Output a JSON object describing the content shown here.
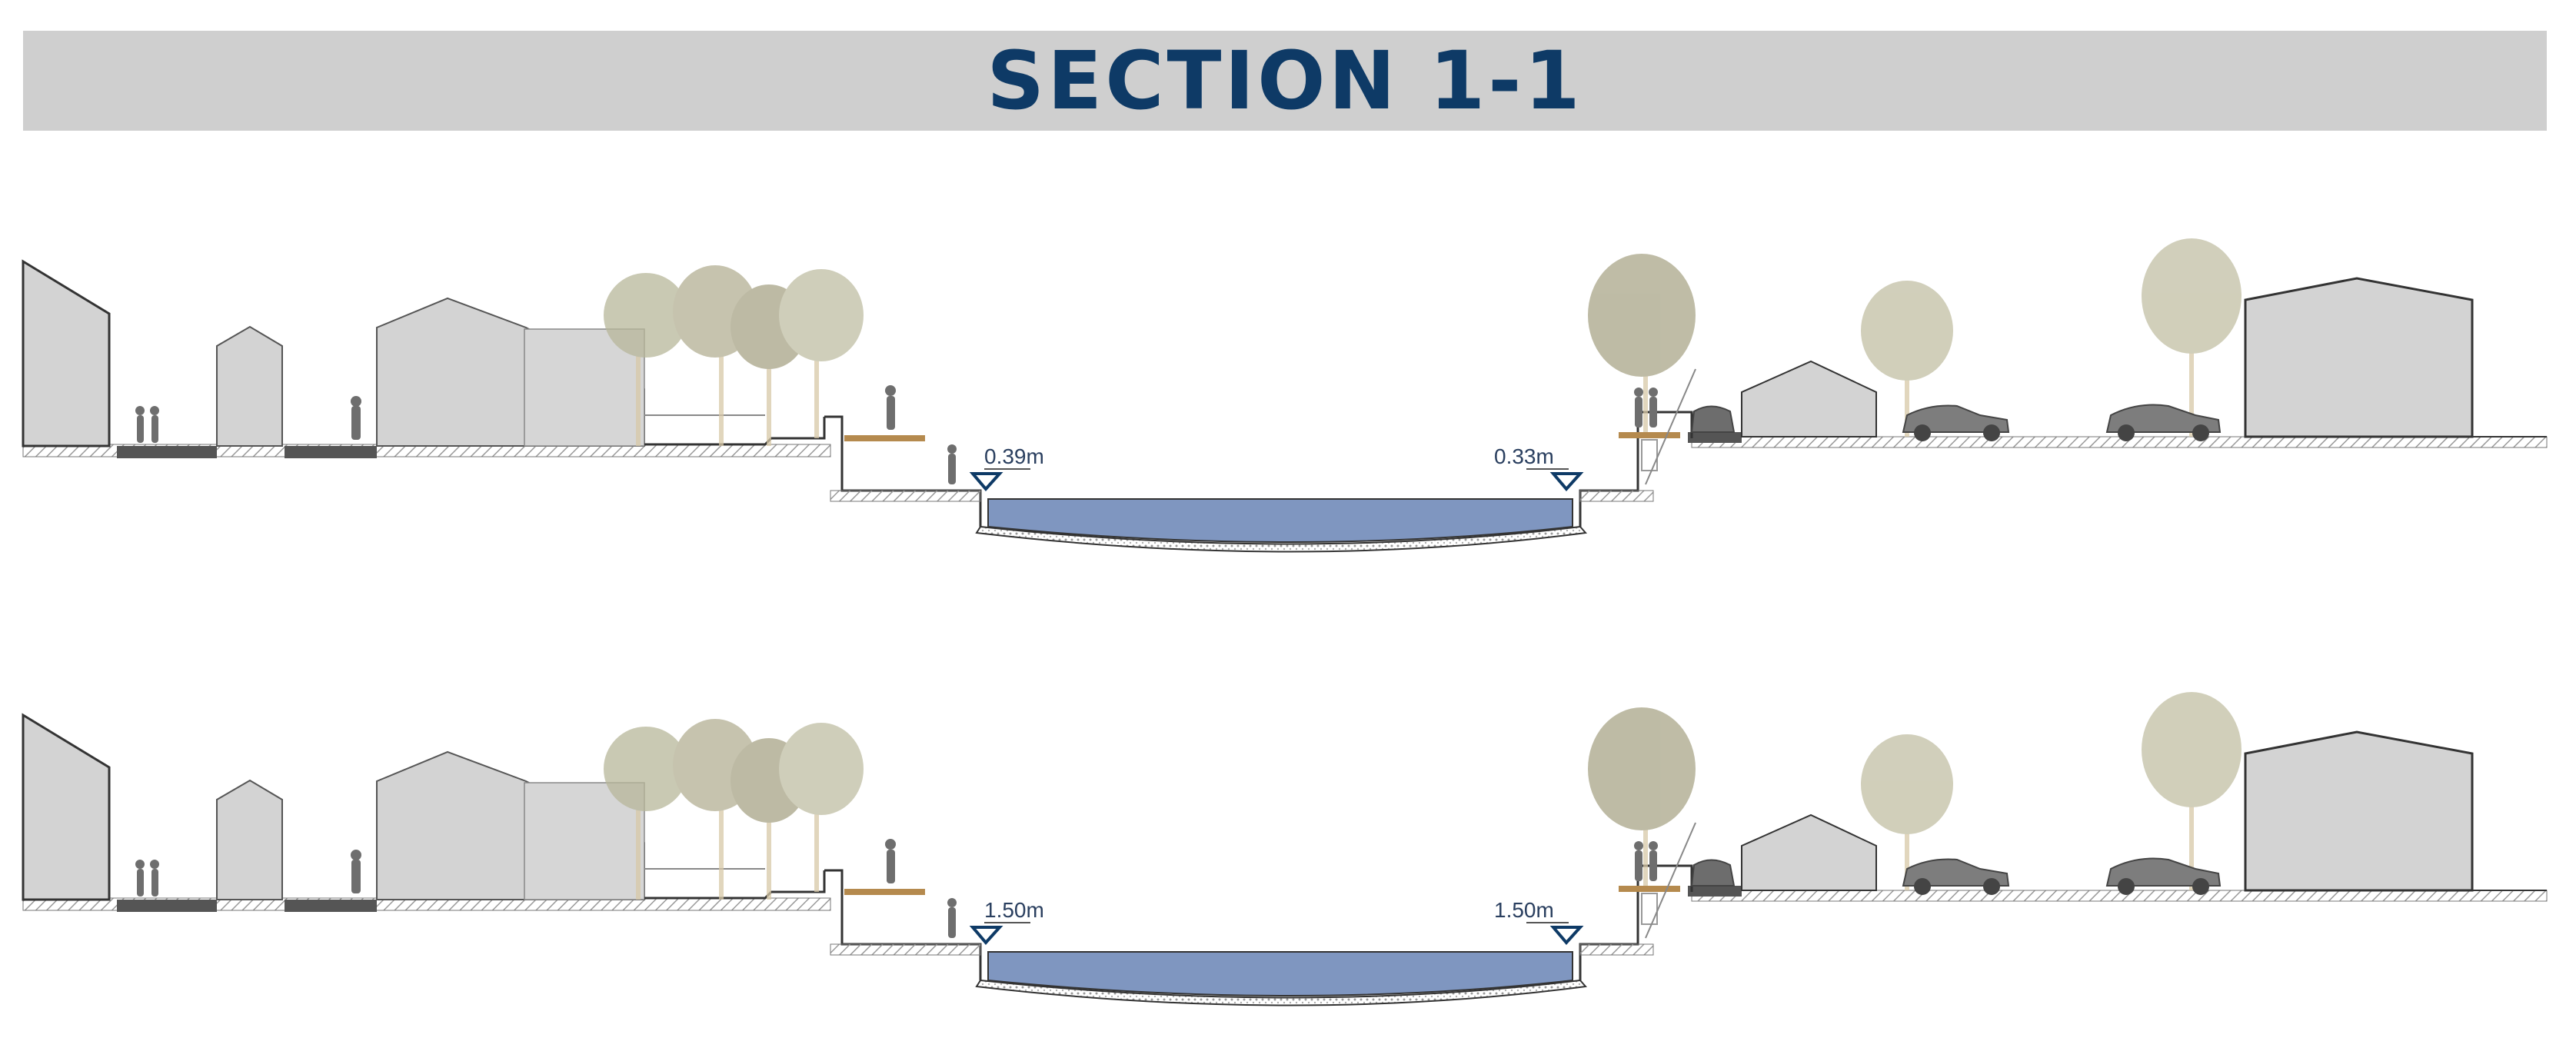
{
  "title": "SECTION 1-1",
  "colors": {
    "title_bar": "#cfcfcf",
    "title_text": "#0e3a66",
    "building": "#d3d3d3",
    "water": "#7f96c0",
    "ground": "#b8b8b8",
    "marker": "#0e3a66",
    "deck": "#b58a4e"
  },
  "sections": [
    {
      "id": "top",
      "left_level": "0.39m",
      "right_level": "0.33m",
      "water_depth": 0.45
    },
    {
      "id": "bottom",
      "left_level": "1.50m",
      "right_level": "1.50m",
      "water_depth": 0.5
    }
  ]
}
